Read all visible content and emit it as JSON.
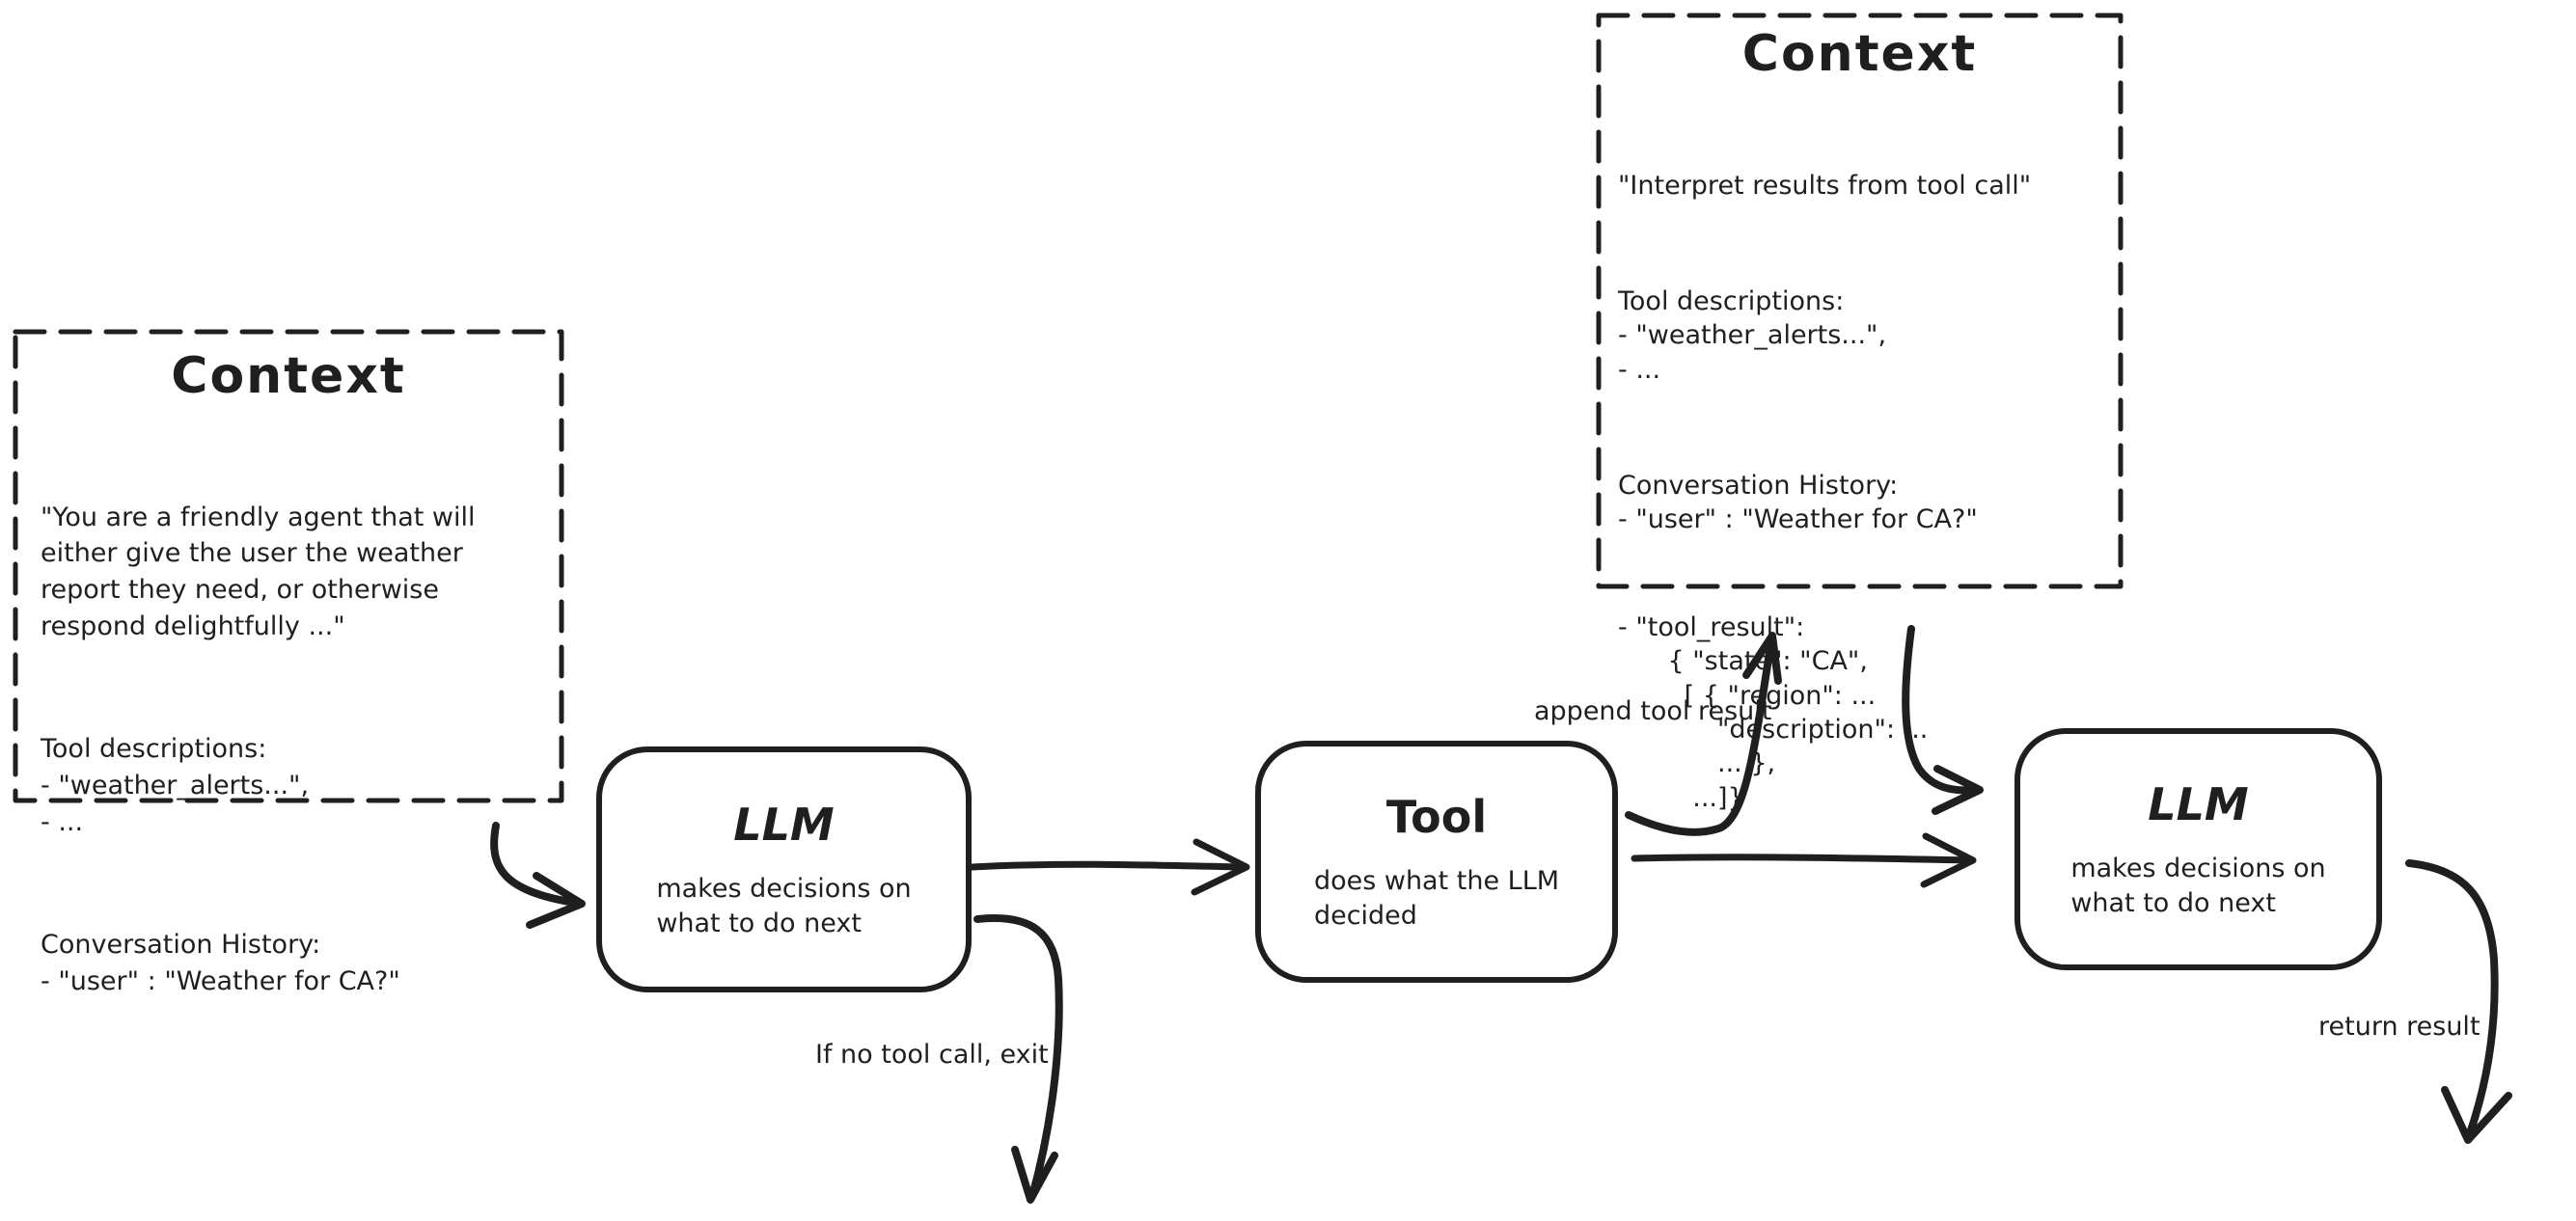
{
  "colors": {
    "ink": "#1f1f1f",
    "background": "#ffffff"
  },
  "context_left": {
    "title": "Context",
    "system_prompt": "\"You are a friendly agent that will\neither give the user the weather\nreport they need, or otherwise\nrespond delightfully ...\"",
    "tool_descriptions": "Tool descriptions:\n- \"weather_alerts...\",\n- ...",
    "conversation_history": "Conversation History:\n- \"user\" : \"Weather for CA?\""
  },
  "context_top": {
    "title": "Context",
    "system_prompt": "\"Interpret results from tool call\"",
    "tool_descriptions": "Tool descriptions:\n- \"weather_alerts...\",\n- ...",
    "conversation_history": "Conversation History:\n- \"user\" : \"Weather for CA?\"",
    "tool_result": "- \"tool_result\":\n      { \"state\": \"CA\",\n        [ { \"region\": ...\n            \"description\": ...\n            ... },\n         ...]}"
  },
  "nodes": {
    "llm_first": {
      "title": "LLM",
      "subtitle": "makes decisions on\nwhat to do next"
    },
    "tool": {
      "title": "Tool",
      "subtitle": "does what the LLM\ndecided"
    },
    "llm_second": {
      "title": "LLM",
      "subtitle": "makes decisions on\nwhat to do next"
    }
  },
  "labels": {
    "append_tool_result": "append tool result",
    "no_tool_call_exit": "If no tool call, exit",
    "return_result": "return result"
  }
}
